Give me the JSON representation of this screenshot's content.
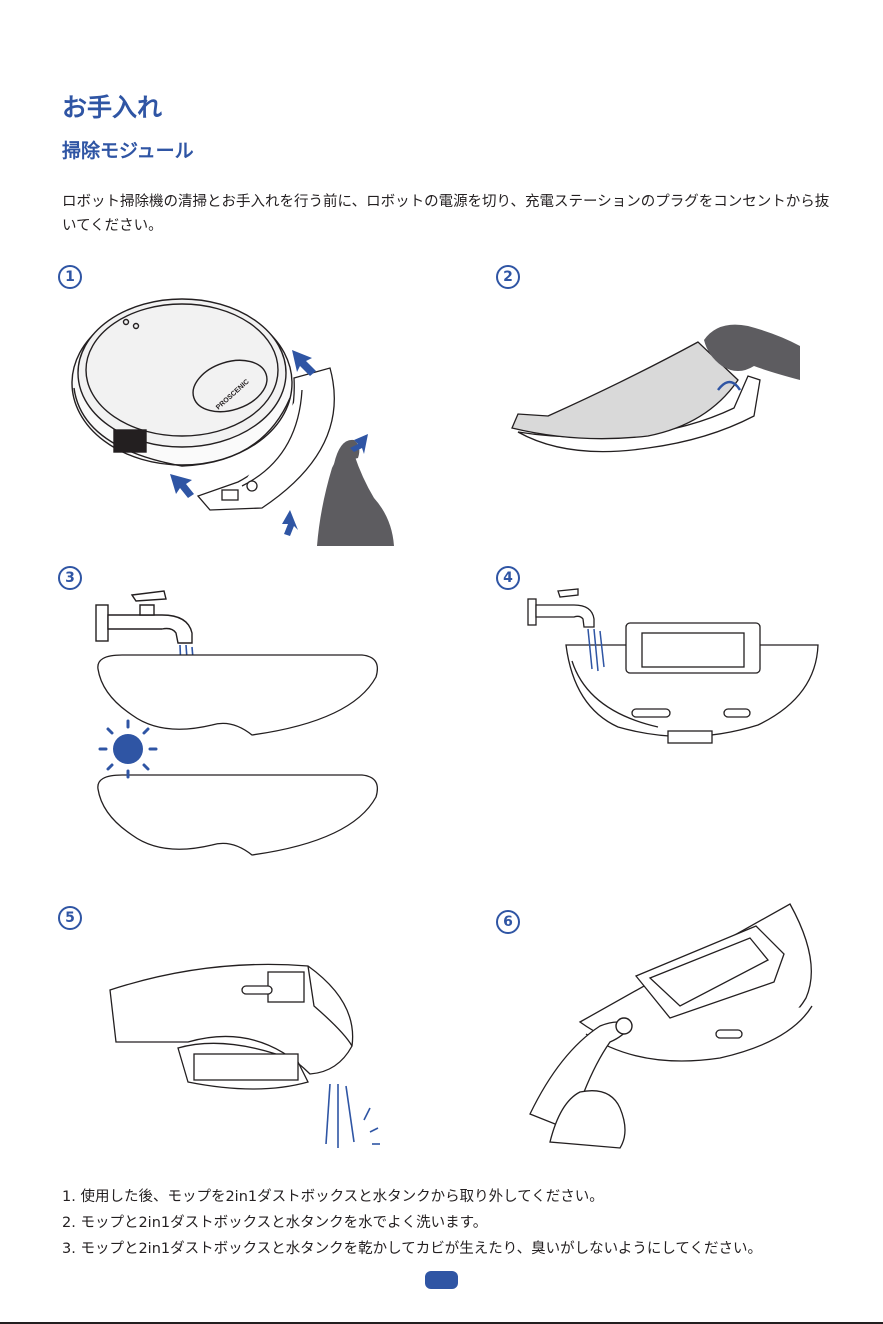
{
  "heading": {
    "title": "お手入れ",
    "subtitle": "掃除モジュール"
  },
  "intro": "ロボット掃除機の清掃とお手入れを行う前に、ロボットの電源を切り、充電ステーションのプラグをコンセントから抜いてください。",
  "steps": [
    "1",
    "2",
    "3",
    "4",
    "5",
    "6"
  ],
  "brand": "PROSCENIC",
  "colors": {
    "accent": "#2f55a4",
    "hand": "#5d5c60",
    "mop": "#d9d9d9",
    "line": "#231f20"
  },
  "notes": [
    "1. 使用した後、モップを2in1ダストボックスと水タンクから取り外してください。",
    "2. モップと2in1ダストボックスと水タンクを水でよく洗います。",
    "3. モップと2in1ダストボックスと水タンクを乾かしてカビが生えたり、臭いがしないようにしてください。"
  ]
}
